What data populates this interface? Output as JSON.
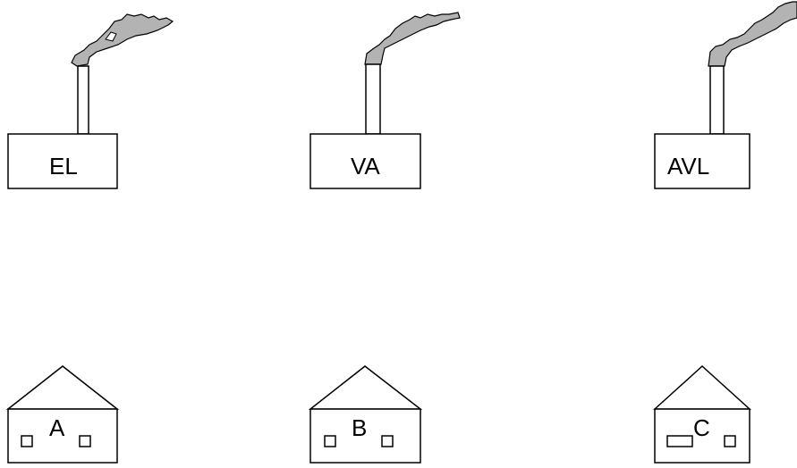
{
  "diagram": {
    "plants": [
      {
        "label": "EL"
      },
      {
        "label": "VA"
      },
      {
        "label": "AVL"
      }
    ],
    "houses": [
      {
        "label": "A"
      },
      {
        "label": "B"
      },
      {
        "label": "C"
      }
    ],
    "colors": {
      "smoke": "#b3b3b3",
      "stroke": "#000000",
      "background": "#ffffff"
    }
  }
}
